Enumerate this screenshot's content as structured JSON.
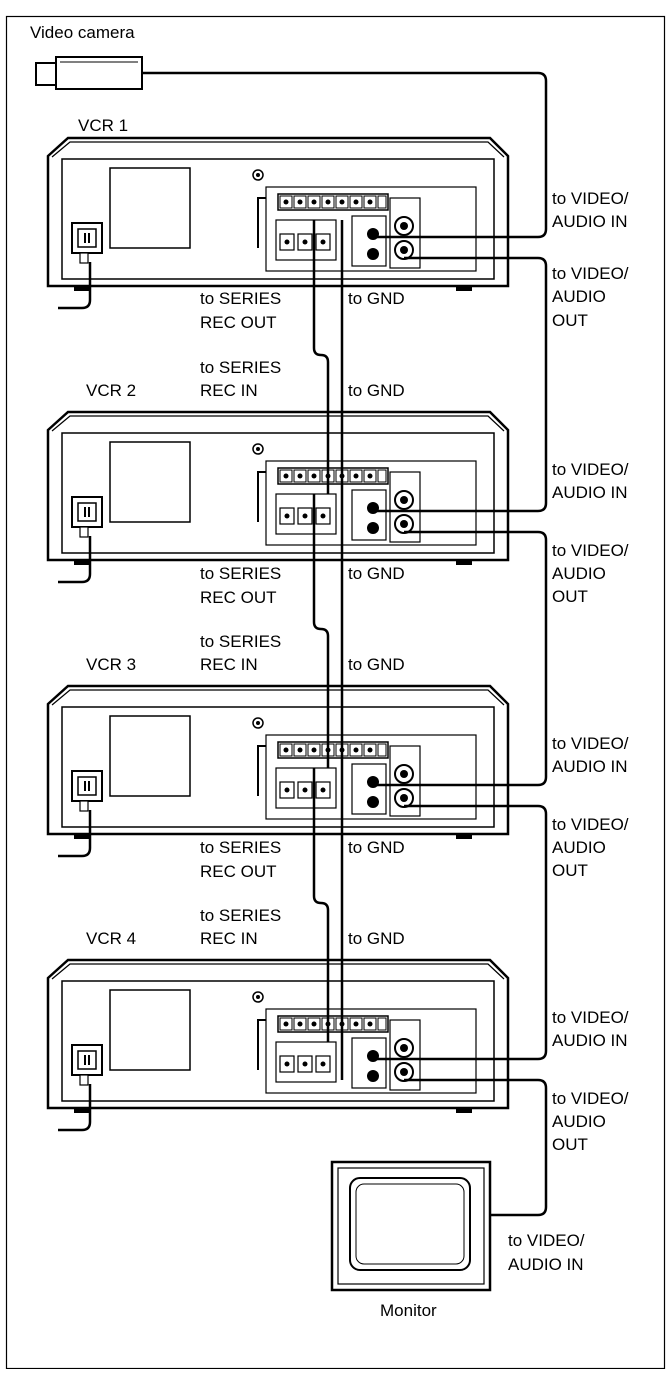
{
  "devices": {
    "camera": {
      "label": "Video camera"
    },
    "monitor": {
      "label": "Monitor"
    },
    "vcrs": [
      {
        "label": "VCR 1",
        "rec_in": [
          "",
          ""
        ],
        "rec_out": [
          "to SERIES",
          "REC OUT"
        ],
        "gnd_above": "",
        "gnd_below": "to GND",
        "in_label": [
          "to VIDEO/",
          "AUDIO IN"
        ],
        "out_label": [
          "to VIDEO/",
          "AUDIO",
          "OUT"
        ]
      },
      {
        "label": "VCR 2",
        "rec_in": [
          "to SERIES",
          "REC IN"
        ],
        "rec_out": [
          "to SERIES",
          "REC OUT"
        ],
        "gnd_above": "to GND",
        "gnd_below": "to GND",
        "in_label": [
          "to VIDEO/",
          "AUDIO IN"
        ],
        "out_label": [
          "to VIDEO/",
          "AUDIO",
          "OUT"
        ]
      },
      {
        "label": "VCR 3",
        "rec_in": [
          "to SERIES",
          "REC IN"
        ],
        "rec_out": [
          "to SERIES",
          "REC OUT"
        ],
        "gnd_above": "to GND",
        "gnd_below": "to GND",
        "in_label": [
          "to VIDEO/",
          "AUDIO IN"
        ],
        "out_label": [
          "to VIDEO/",
          "AUDIO",
          "OUT"
        ]
      },
      {
        "label": "VCR 4",
        "rec_in": [
          "to SERIES",
          "REC IN"
        ],
        "rec_out": [
          "",
          ""
        ],
        "gnd_above": "to GND",
        "gnd_below": "",
        "in_label": [
          "to VIDEO/",
          "AUDIO IN"
        ],
        "out_label": [
          "to VIDEO/",
          "AUDIO",
          "OUT"
        ]
      }
    ],
    "monitor_in_label": [
      "to VIDEO/",
      "AUDIO IN"
    ]
  },
  "colors": {
    "line": "#000000",
    "background": "#ffffff"
  }
}
